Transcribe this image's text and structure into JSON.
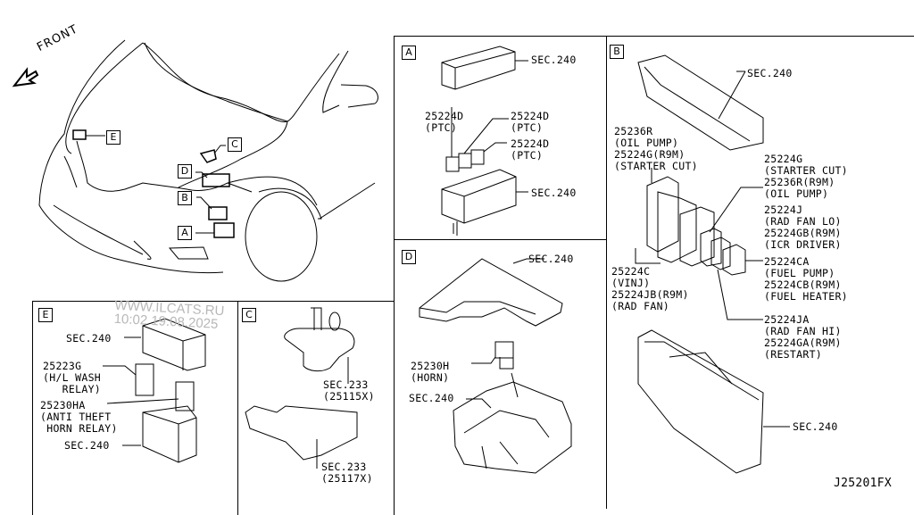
{
  "diagram": {
    "code": "J25201FX",
    "front_label": "FRONT",
    "watermark": {
      "line1": "WWW.ILCATS.RU",
      "line2": "10:02 19.08.2025"
    },
    "overview": {
      "callouts": [
        "E",
        "C",
        "D",
        "B",
        "A"
      ]
    },
    "panels": {
      "A": {
        "tag": "A",
        "labels": [
          {
            "text": "SEC.240"
          },
          {
            "text": "25224D\n(PTC)"
          },
          {
            "text": "25224D\n(PTC)"
          },
          {
            "text": "25224D\n(PTC)"
          },
          {
            "text": "SEC.240"
          }
        ]
      },
      "B": {
        "tag": "B",
        "labels": [
          {
            "text": "SEC.240"
          },
          {
            "text": "25236R\n(OIL PUMP)\n25224G(R9M)\n(STARTER CUT)"
          },
          {
            "text": "25224G\n(STARTER CUT)\n25236R(R9M)\n(OIL PUMP)"
          },
          {
            "text": "25224J\n(RAD FAN LO)\n25224GB(R9M)\n(ICR DRIVER)"
          },
          {
            "text": "25224C\n(VINJ)\n25224JB(R9M)\n(RAD FAN)"
          },
          {
            "text": "25224CA\n(FUEL PUMP)\n25224CB(R9M)\n(FUEL HEATER)"
          },
          {
            "text": "25224JA\n(RAD FAN HI)\n25224GA(R9M)\n(RESTART)"
          },
          {
            "text": "SEC.240"
          }
        ]
      },
      "C": {
        "tag": "C",
        "labels": [
          {
            "text": "SEC.233\n(25115X)"
          },
          {
            "text": "SEC.233\n(25117X)"
          }
        ]
      },
      "D": {
        "tag": "D",
        "labels": [
          {
            "text": "SEC.240"
          },
          {
            "text": "25230H\n(HORN)"
          },
          {
            "text": "SEC.240"
          }
        ]
      },
      "E": {
        "tag": "E",
        "labels": [
          {
            "text": "SEC.240"
          },
          {
            "text": "25223G\n(H/L WASH\n   RELAY)"
          },
          {
            "text": "25230HA\n(ANTI THEFT\n HORN RELAY)"
          },
          {
            "text": "SEC.240"
          }
        ]
      }
    }
  }
}
